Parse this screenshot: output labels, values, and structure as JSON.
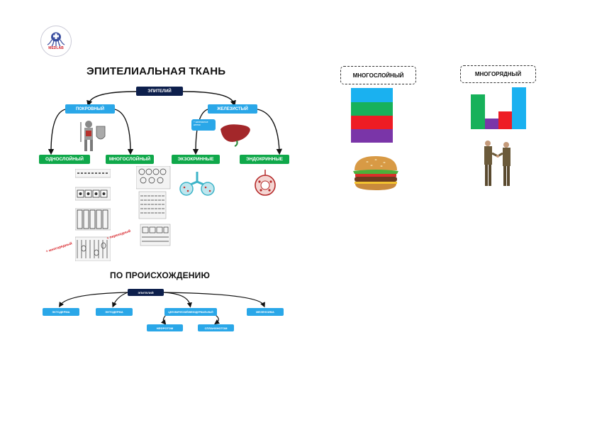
{
  "logo": {
    "brand": "MEDLAB",
    "icon": "medlab-octopus-logo",
    "accent": "#d0202a"
  },
  "main": {
    "title": "ЭПИТЕЛИАЛЬНАЯ ТКАНЬ",
    "root": "ЭПИТЕЛИЙ",
    "cover": "ПОКРОВНЫЙ",
    "gland": "ЖЕЛЕЗИСТЫЙ",
    "single": "ОДНОСЛОЙНЫЙ",
    "multi": "МНОГОСЛОЙНЫЙ",
    "exo": "ЭКЗОКРИННЫЕ",
    "endo": "ЭНДОКРИННЫЕ",
    "tag_multirow": "+ многорядный",
    "tag_transitional": "+ переходный",
    "bubble_note": "+ железистые клетки"
  },
  "origin": {
    "title": "ПО ПРОИСХОЖДЕНИЮ",
    "root": "ЭПИТЕЛИЙ",
    "items": [
      "ЭКТОДЕРМА",
      "ЭНТОДЕРМА",
      "ЦЕЛОМИЧЕСКИЙ/МЕЗОДЕРМАЛЬНЫЙ",
      "МЕЗЕНХИМА"
    ],
    "sub": [
      "НЕФРОТОМ",
      "СПЛАНХНОТОМ"
    ]
  },
  "compare": {
    "multilayer": "МНОГОСЛОЙНЫЙ",
    "multirow": "МНОГОРЯДНЫЙ",
    "colors": {
      "blue": "#1ab1f0",
      "green": "#17b15a",
      "red": "#ee1c24",
      "purple": "#7a35a8"
    }
  }
}
